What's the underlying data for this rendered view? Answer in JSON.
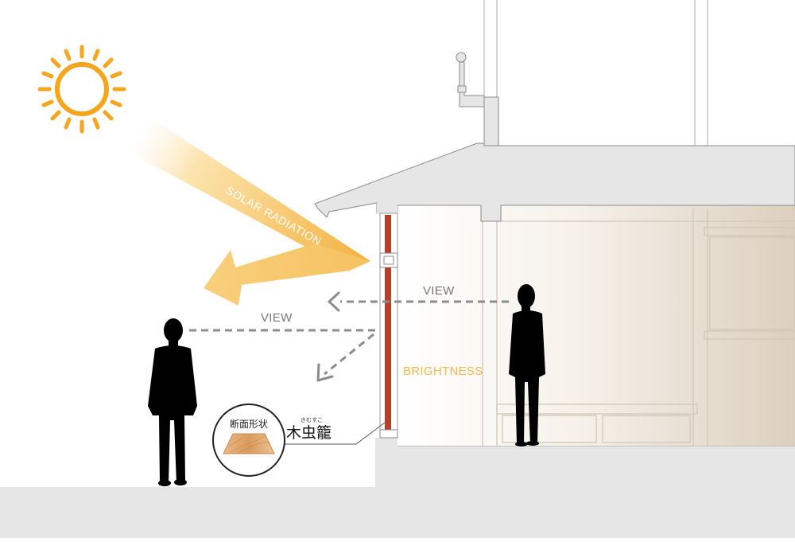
{
  "labels": {
    "solar_radiation": "SOLAR RADIATION",
    "view_outside": "VIEW",
    "view_inside": "VIEW",
    "brightness": "BRIGHTNESS",
    "section_shape": "断面形状",
    "louver_name": "木虫籠",
    "louver_reading": "きむすこ"
  },
  "icons": {
    "sun": "sun-icon",
    "person_outside": "person-silhouette-icon",
    "person_inside": "person-silhouette-icon",
    "arrow_radiation": "arrow-icon",
    "arrow_view": "dashed-arrow-icon"
  },
  "colors": {
    "sun": "#F6A51E",
    "radiation_start": "#FCE6B4",
    "radiation_end": "#F3B23F",
    "brightness_text": "#F2B84B",
    "wall_gray": "#E6E6E6",
    "wood_louver": "#B5402A",
    "interior_warm": "#E8DCCC",
    "silhouette": "#000000",
    "view_arrow": "#8C8C8C"
  }
}
